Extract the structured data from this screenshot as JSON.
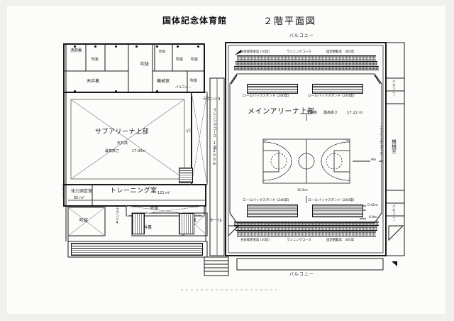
{
  "document": {
    "title_main": "国体記念体育館",
    "title_sub": "２階平面図",
    "type": "architectural-floor-plan",
    "floor": "2F"
  },
  "main_arena": {
    "name": "メインアリーナ上部",
    "ceiling_label": "天井高",
    "height_label": "最高高さ",
    "height_value": "17.22 m",
    "court_dim": "9m",
    "stands": [
      {
        "label": "ロールバックスタンド (240席)"
      },
      {
        "label": "ロールバックスタンド (240席)"
      },
      {
        "label": "ロールバックスタンド (240席)"
      },
      {
        "label": "ロールバックスタンド (240席)"
      }
    ],
    "top_row": {
      "accessible": "身体障害者席 (10席)",
      "running": "ランニングコース",
      "fixed_seats": "固定観覧席　305席"
    },
    "bottom_row": {
      "accessible": "身体障害者席 (10席)",
      "running": "ランニングコース",
      "fixed_seats": "固定観覧席　305席"
    },
    "dims": {
      "span": "10.6m",
      "step": "0.42m",
      "depth": "6.9m"
    },
    "balcony_top": "バルコニー",
    "balcony_bottom": "バルコニー",
    "balcony_right_top": "バルコニー",
    "balcony_right_bottom": "バルコニー",
    "machine_room_right": "機械室",
    "running_course_right": "ランニングコース"
  },
  "sub_arena": {
    "name": "サブアリーナ上部",
    "ceiling_label": "天井高",
    "height_label": "最高高さ",
    "height_value": "17.00m"
  },
  "connector": {
    "lounge3": "ラウンジ3",
    "lounge4": "ラウンジ4",
    "running_course": "ランニングコース　1周200m",
    "balcony": "バルコニー",
    "ic": "I/C"
  },
  "rooms": [
    {
      "label": "天井裏"
    },
    {
      "label": "吹抜"
    },
    {
      "label": "天井裏"
    },
    {
      "label": "吹抜"
    },
    {
      "label": "吹抜"
    },
    {
      "label": "吹抜"
    },
    {
      "label": "機械室"
    },
    {
      "label": "吹抜"
    },
    {
      "label": "吹抜"
    },
    {
      "label": "吹抜"
    },
    {
      "label": "天井裏"
    },
    {
      "label": "吹抜"
    },
    {
      "label": "ホール"
    }
  ],
  "training": {
    "fitness_room": "体力測定室",
    "fitness_area": "65 m²",
    "training_room": "トレーニング室",
    "training_area": "121 m²",
    "balcony_left": "バルコニー"
  },
  "colors": {
    "ink": "#1a1a1a",
    "paper": "#fcfcfa",
    "light_line": "#888888"
  }
}
